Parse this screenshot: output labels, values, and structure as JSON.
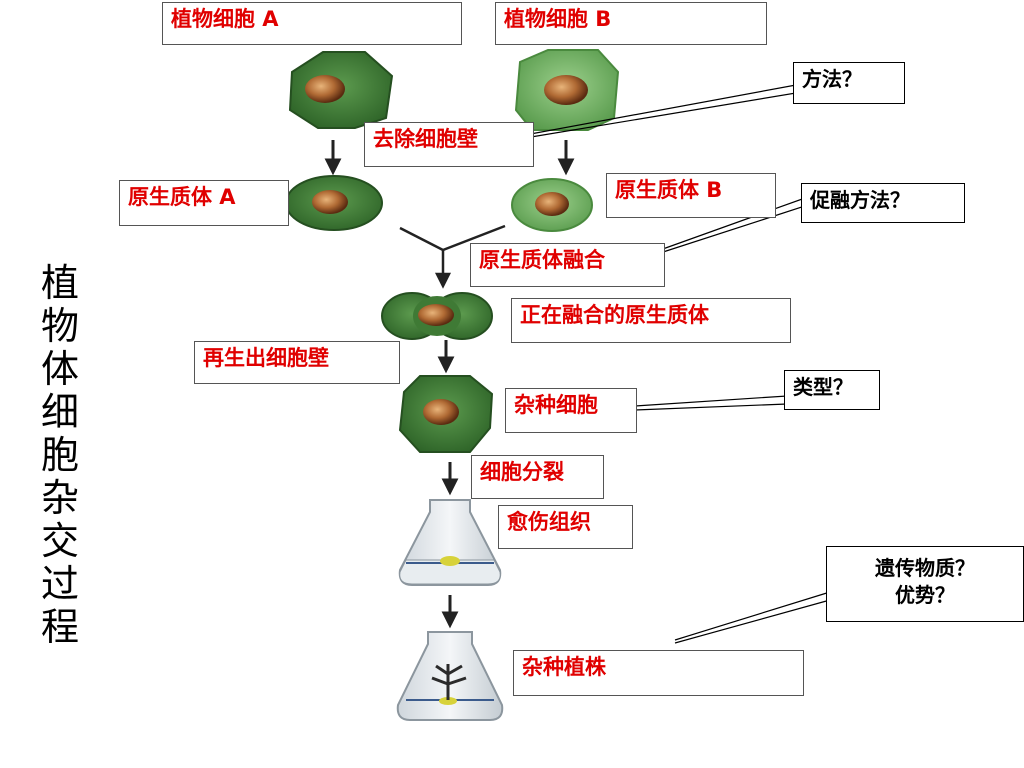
{
  "labels": {
    "cell_a": "植物细胞 A",
    "cell_b": "植物细胞 B",
    "remove_wall": "去除细胞壁",
    "protoplast_a": "原生质体 A",
    "protoplast_b": "原生质体 B",
    "protoplast_fusion": "原生质体融合",
    "fusing_protoplast": "正在融合的原生质体",
    "regenerate_wall": "再生出细胞壁",
    "hybrid_cell": "杂种细胞",
    "cell_division": "细胞分裂",
    "callus": "愈伤组织",
    "hybrid_plant": "杂种植株"
  },
  "questions": {
    "method": "方法？",
    "fusion_method": "促融方法？",
    "type": "类型？",
    "genetic_material": "遗传物质？",
    "advantage": "优势？"
  },
  "title": [
    "植",
    "物",
    "体",
    "细",
    "胞",
    "杂",
    "交",
    "过",
    "程"
  ],
  "colors": {
    "label_text": "#e00000",
    "cell_dark": "#3f7a35",
    "cell_light": "#6fae62",
    "nucleus": "#a0582a"
  }
}
